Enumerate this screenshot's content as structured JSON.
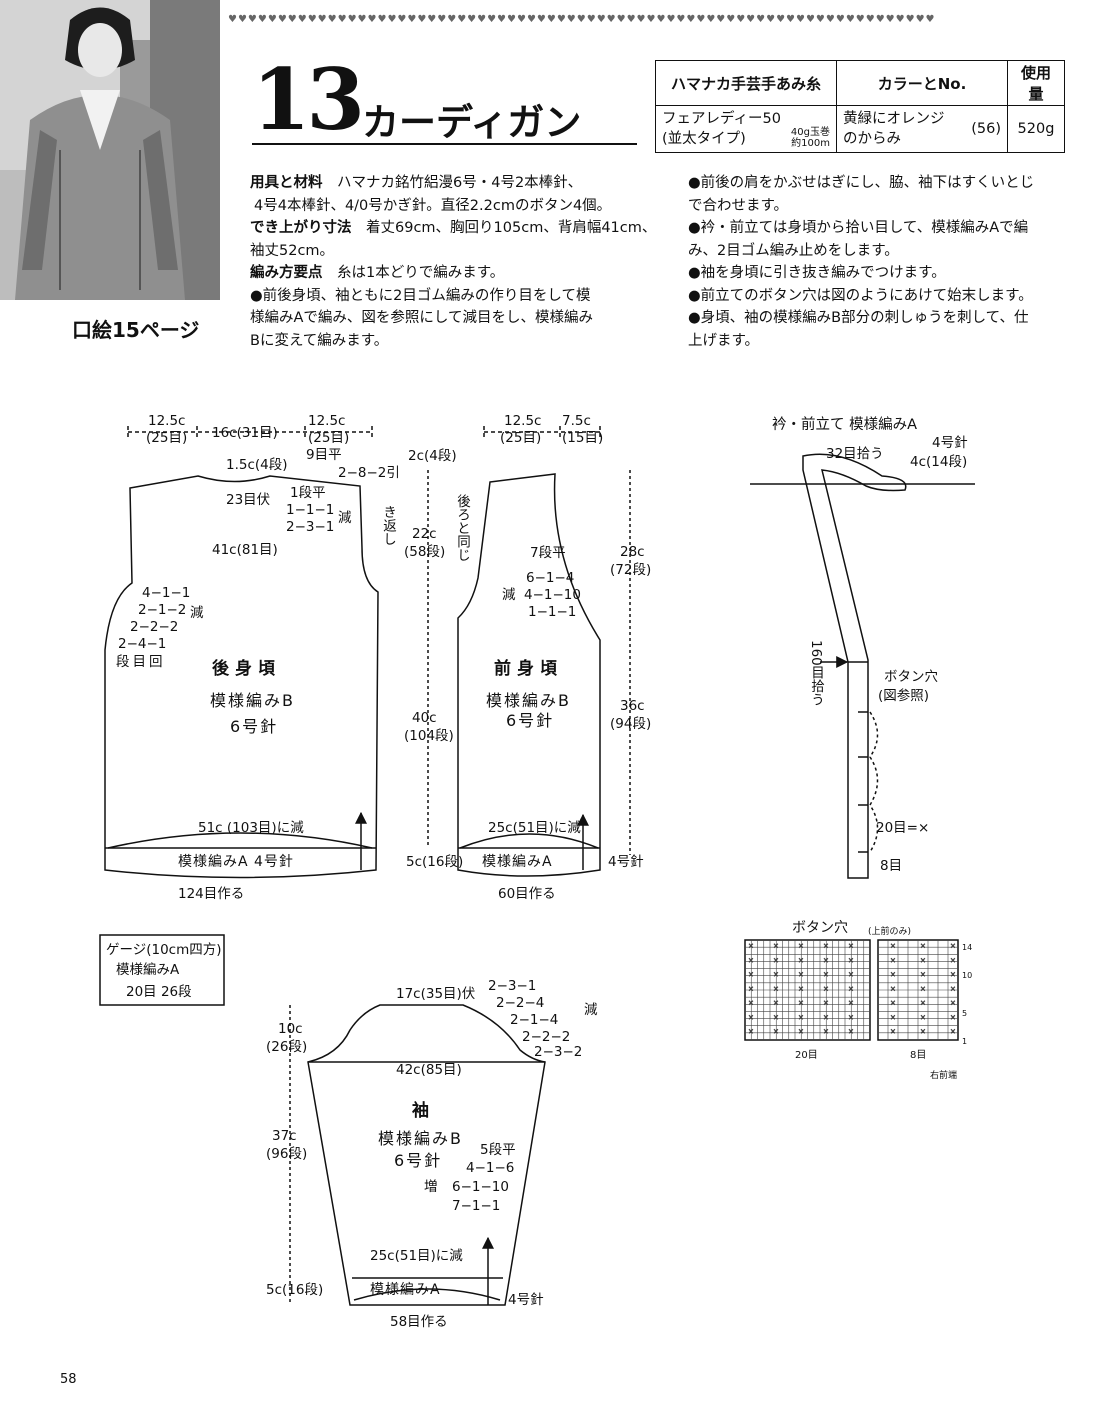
{
  "header": {
    "hearts": "♥♥♥♥♥♥♥♥♥♥♥♥♥♥♥♥♥♥♥♥♥♥♥♥♥♥♥♥♥♥♥♥♥♥♥♥♥♥♥♥♥♥♥♥♥♥♥♥♥♥♥♥♥♥♥♥♥♥♥♥♥♥♥♥♥♥♥♥♥♥♥",
    "pattern_number": "13",
    "title": "カーディガン",
    "frontispiece": "口絵15ページ",
    "page_number": "58"
  },
  "yarn_table": {
    "headers": [
      "ハマナカ手芸手あみ糸",
      "カラーとNo.",
      "使用量"
    ],
    "yarn_name": "フェアレディー50",
    "yarn_type": "(並太タイプ)",
    "ball_weight": "40g玉巻",
    "ball_length": "約100m",
    "color_line1": "黄緑にオレンジ",
    "color_line2": "のからみ",
    "color_no": "(56)",
    "amount": "520g"
  },
  "instructions": {
    "tools_label": "用具と材料",
    "tools_1": "ハマナカ銘竹絽漫6号・4号2本棒針、",
    "tools_2": "4号4本棒針、4/0号かぎ針。直径2.2cmのボタン4個。",
    "size_label": "でき上がり寸法",
    "size_1": "着丈69cm、胸回り105cm、背肩幅41cm、",
    "size_2": "袖丈52cm。",
    "points_label": "編み方要点",
    "points_1": "糸は1本どりで編みます。",
    "left_1": "●前後身頃、袖ともに2目ゴム編みの作り目をして模",
    "left_2": "様編みAで編み、図を参照にして減目をし、模様編み",
    "left_3": "Bに変えて編みます。",
    "right_1": "●前後の肩をかぶせはぎにし、脇、袖下はすくいとじ",
    "right_2": "で合わせます。",
    "right_3": "●衿・前立ては身頃から拾い目して、模様編みAで編",
    "right_4": "み、2目ゴム編み止めをします。",
    "right_5": "●袖を身頃に引き抜き編みでつけます。",
    "right_6": "●前立てのボタン穴は図のようにあけて始末します。",
    "right_7": "●身頃、袖の模様編みB部分の刺しゅうを刺して、仕",
    "right_8": "上げます。"
  },
  "back": {
    "w_left": "12.5c",
    "w_left_st": "(25目)",
    "w_mid": "16c(31目)",
    "w_right": "12.5c",
    "w_right_st": "(25目)",
    "shoulder_drop": "1.5c(4段)",
    "neck_flat": "9目平",
    "shoulder_turn": "2−8−2引",
    "hikikaeshi": "き返し",
    "neck_center": "23目伏",
    "neck_dec1": "1段平",
    "neck_dec2": "1−1−1",
    "neck_dec3": "2−3−1",
    "gen": "減",
    "width": "41c(81目)",
    "arm1": "4−1−1",
    "arm2": "2−1−2",
    "arm3": "2−2−2",
    "arm4": "2−4−1",
    "arm_gen": "減",
    "arm_legend": "段目回",
    "name": "後身頃",
    "pattern": "模様編みB",
    "needle": "6号針",
    "hem_dec": "51c (103目)に減",
    "ribbing": "模様編みA 4号針",
    "cast_on": "124目作る"
  },
  "center_dims": {
    "top": "2c(4段)",
    "arm": "22c",
    "arm_rows": "(58段)",
    "body": "40c",
    "body_rows": "(104段)",
    "rib": "5c(16段)"
  },
  "front": {
    "w_left": "12.5c",
    "w_left_st": "(25目)",
    "w_right": "7.5c",
    "w_right_st": "(15目)",
    "same_as_back": "後ろと同じ",
    "v1": "7段平",
    "v2": "6−1−4",
    "v3": "4−1−10",
    "v4": "1−1−1",
    "v_gen": "減",
    "name": "前身頃",
    "pattern": "模様編みB",
    "needle": "6号針",
    "hem_dec": "25c(51目)に減",
    "ribbing": "模様編みA",
    "needle_a": "4号針",
    "cast_on": "60目作る",
    "len_top": "28c",
    "len_top_rows": "(72段)",
    "len_bottom": "36c",
    "len_bottom_rows": "(94段)"
  },
  "band": {
    "title": "衿・前立て 模様編みA",
    "needle": "4号針",
    "pickup_top": "32目拾う",
    "side": "4c(14段)",
    "pickup_side": "160目拾う",
    "buttonhole": "ボタン穴",
    "buttonhole_ref": "(図参照)",
    "spacing": "20目=×",
    "bottom": "8目"
  },
  "gauge": {
    "title": "ゲージ(10cm四方)",
    "pattern": "模様編みA",
    "value": "20目 26段"
  },
  "sleeve": {
    "cap_top": "17c(35目)伏",
    "c1": "2−3−1",
    "c2": "2−2−4",
    "c3": "2−1−4",
    "c4": "2−2−2",
    "c5": "2−3−2",
    "c_gen": "減",
    "cap_h": "10c",
    "cap_h_rows": "(26段)",
    "width": "42c(85目)",
    "len": "37c",
    "len_rows": "(96段)",
    "name": "袖",
    "pattern": "模様編みB",
    "needle": "6号針",
    "i1": "5段平",
    "i2": "4−1−6",
    "i3": "6−1−10",
    "i4": "7−1−1",
    "i_zou": "増",
    "hem_dec": "25c(51目)に減",
    "ribbing": "模様編みA",
    "needle_a": "4号針",
    "cast_on": "58目作る",
    "rib": "5c(16段)"
  },
  "buttonhole_chart": {
    "title": "ボタン穴",
    "sub": "(上前のみ)",
    "row14": "14",
    "row10": "10",
    "row5": "5",
    "row1": "1",
    "cols_main": "20目",
    "cols_band": "8目",
    "right_front": "右前端"
  }
}
